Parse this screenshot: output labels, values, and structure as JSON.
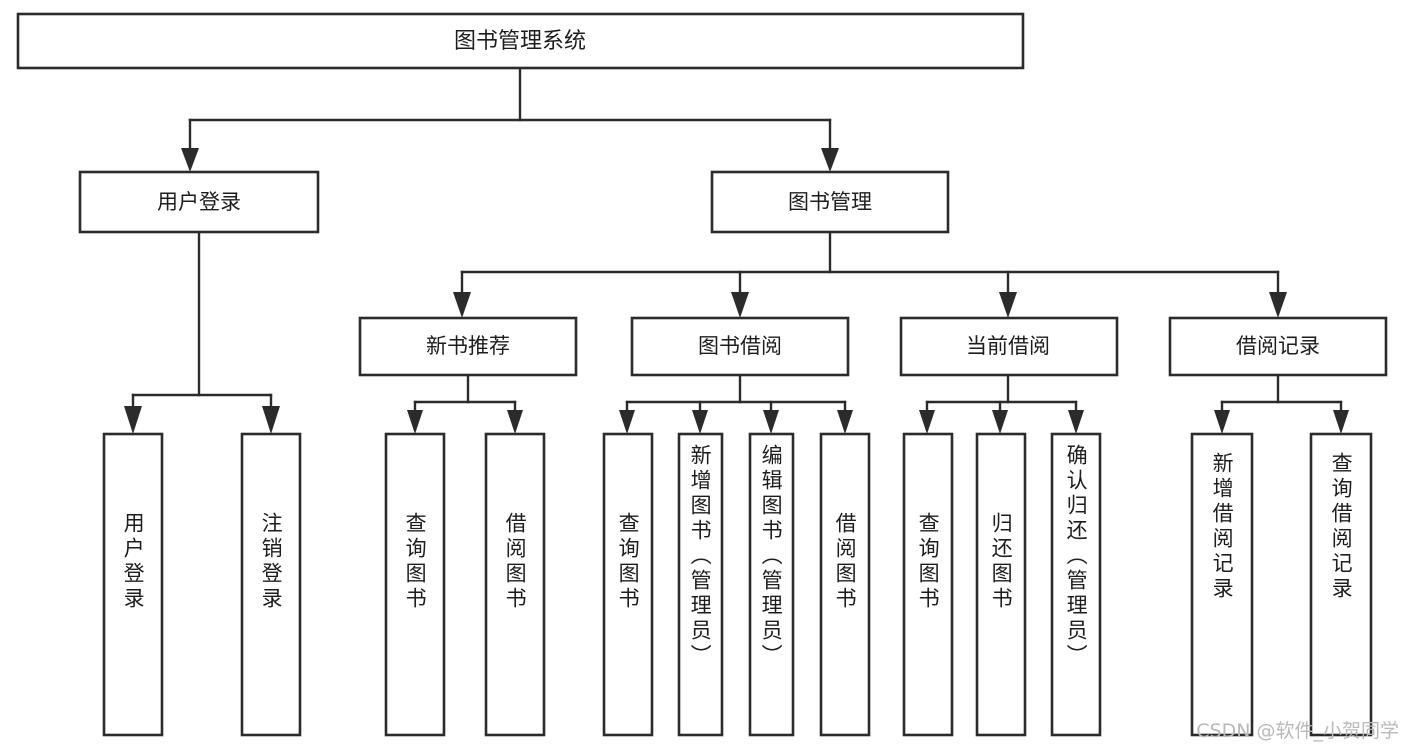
{
  "diagram": {
    "title": "图书管理系统",
    "type": "tree-hierarchy",
    "watermark": "CSDN @软件_小贺同学",
    "colors": {
      "box_stroke": "#2b2b2b",
      "box_fill": "#ffffff",
      "connector": "#2b2b2b",
      "text": "#1d1d1d",
      "watermark": "#b9b9b9",
      "background": "#ffffff"
    },
    "root": {
      "label": "图书管理系统"
    },
    "level2": [
      {
        "label": "用户登录"
      },
      {
        "label": "图书管理"
      }
    ],
    "level3": [
      {
        "label": "新书推荐"
      },
      {
        "label": "图书借阅"
      },
      {
        "label": "当前借阅"
      },
      {
        "label": "借阅记录"
      }
    ],
    "leaves": {
      "user_login": [
        {
          "label": "用户登录"
        },
        {
          "label": "注销登录"
        }
      ],
      "new_book_recommend": [
        {
          "label": "查询图书"
        },
        {
          "label": "借阅图书"
        }
      ],
      "book_borrow": [
        {
          "label": "查询图书"
        },
        {
          "label": "新增图书（管理员）"
        },
        {
          "label": "编辑图书（管理员）"
        },
        {
          "label": "借阅图书"
        }
      ],
      "current_borrow": [
        {
          "label": "查询图书"
        },
        {
          "label": "归还图书"
        },
        {
          "label": "确认归还（管理员）"
        }
      ],
      "borrow_record": [
        {
          "label": "新增借阅记录"
        },
        {
          "label": "查询借阅记录"
        }
      ]
    }
  }
}
